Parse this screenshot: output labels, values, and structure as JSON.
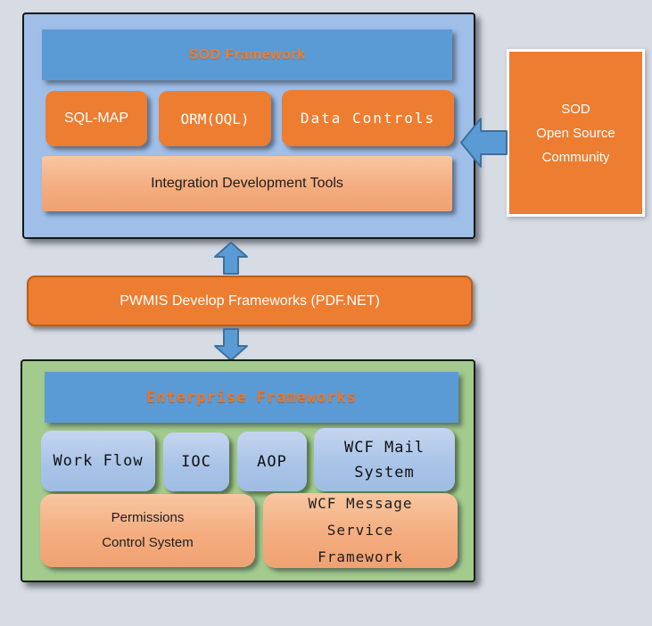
{
  "palette": {
    "background": "#d6dbe4",
    "header_bar_blue": "#5b9bd5",
    "top_container_blue": "#9fbee8",
    "green_container": "#a2cb8d",
    "module_orange": "#ed7d31",
    "salmon": "#f4b183",
    "light_blue_module": "#aac4e8",
    "arrow_fill": "#5b9bd5",
    "arrow_stroke": "#3e6f9c",
    "header_text_orange": "#ed7d31"
  },
  "sod_framework": {
    "header": "SOD Framework",
    "modules": [
      "SQL-MAP",
      "ORM(OQL)",
      "Data Controls"
    ],
    "tools_bar": "Integration Development Tools"
  },
  "community": {
    "lines": [
      "SOD",
      "Open Source",
      "Community"
    ]
  },
  "pwmis_bar": {
    "label": "PWMIS Develop Frameworks (PDF.NET)"
  },
  "enterprise": {
    "header": "Enterprise Frameworks",
    "modules": [
      "Work Flow",
      "IOC",
      "AOP",
      "WCF Mail System"
    ],
    "systems": [
      "Permissions Control System",
      "WCF Message Service Framework"
    ]
  }
}
